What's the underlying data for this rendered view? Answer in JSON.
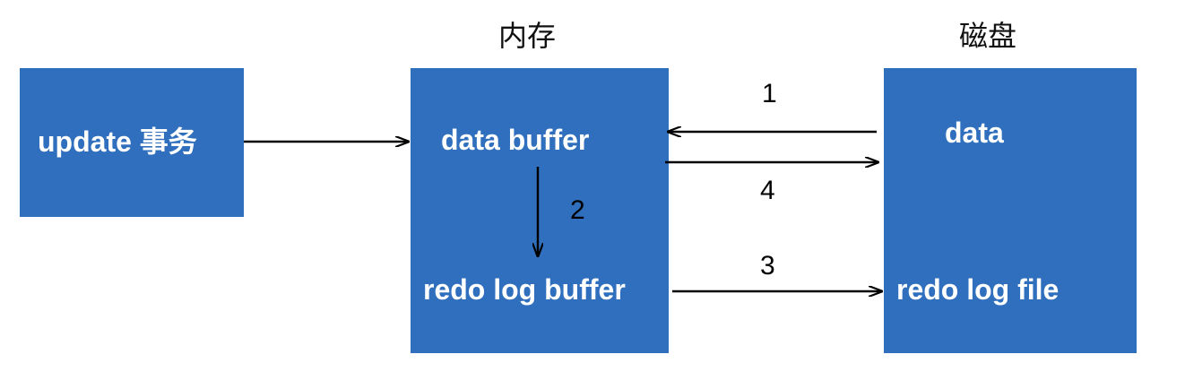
{
  "headings": {
    "memory": "内存",
    "disk": "磁盘"
  },
  "boxes": {
    "transaction": {
      "label": "update 事务"
    },
    "memory": {
      "data_buffer": "data buffer",
      "redo_log_buffer": "redo log buffer"
    },
    "disk": {
      "data": "data",
      "redo_log_file": "redo log file"
    }
  },
  "steps": {
    "step1": "1",
    "step2": "2",
    "step3": "3",
    "step4": "4"
  },
  "colors": {
    "box_fill": "#2f6fbd",
    "box_text": "#ffffff",
    "arrow": "#000000"
  }
}
